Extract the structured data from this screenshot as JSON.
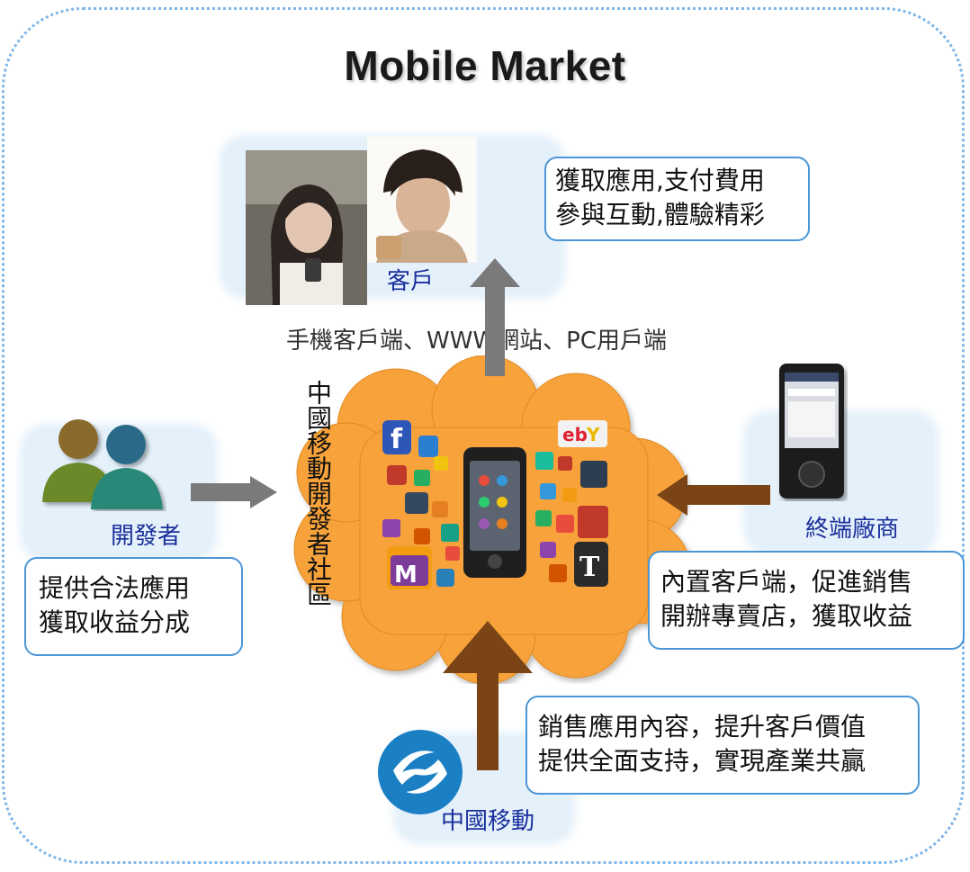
{
  "title": "Mobile Market",
  "customer": {
    "label": "客戶",
    "callout_line1": "獲取應用,支付費用",
    "callout_line2": "參與互動,體驗精彩"
  },
  "channels_text": "手機客戶端、WWW網站、PC用戶端",
  "community_label": "中國移動開發者社區",
  "developer": {
    "label": "開發者",
    "callout_line1": "提供合法應用",
    "callout_line2": "獲取收益分成"
  },
  "terminal_vendor": {
    "label": "終端廠商",
    "callout_line1": "內置客戶端，促進銷售",
    "callout_line2": "開辦專賣店，獲取收益"
  },
  "china_mobile": {
    "label": "中國移動",
    "callout_line1": "銷售應用內容，提升客戶價值",
    "callout_line2": "提供全面支持，實現產業共贏"
  },
  "colors": {
    "frame_border": "#7fb6e8",
    "callout_border": "#4b96d6",
    "cloud": "#f7a23a",
    "arrow_gray": "#7a7a7a",
    "arrow_brown": "#7a4416",
    "label_blue": "#1a2f9c"
  },
  "icons": [
    "developers-icon",
    "china-mobile-logo",
    "phone-icon",
    "app-icons-cluster"
  ]
}
